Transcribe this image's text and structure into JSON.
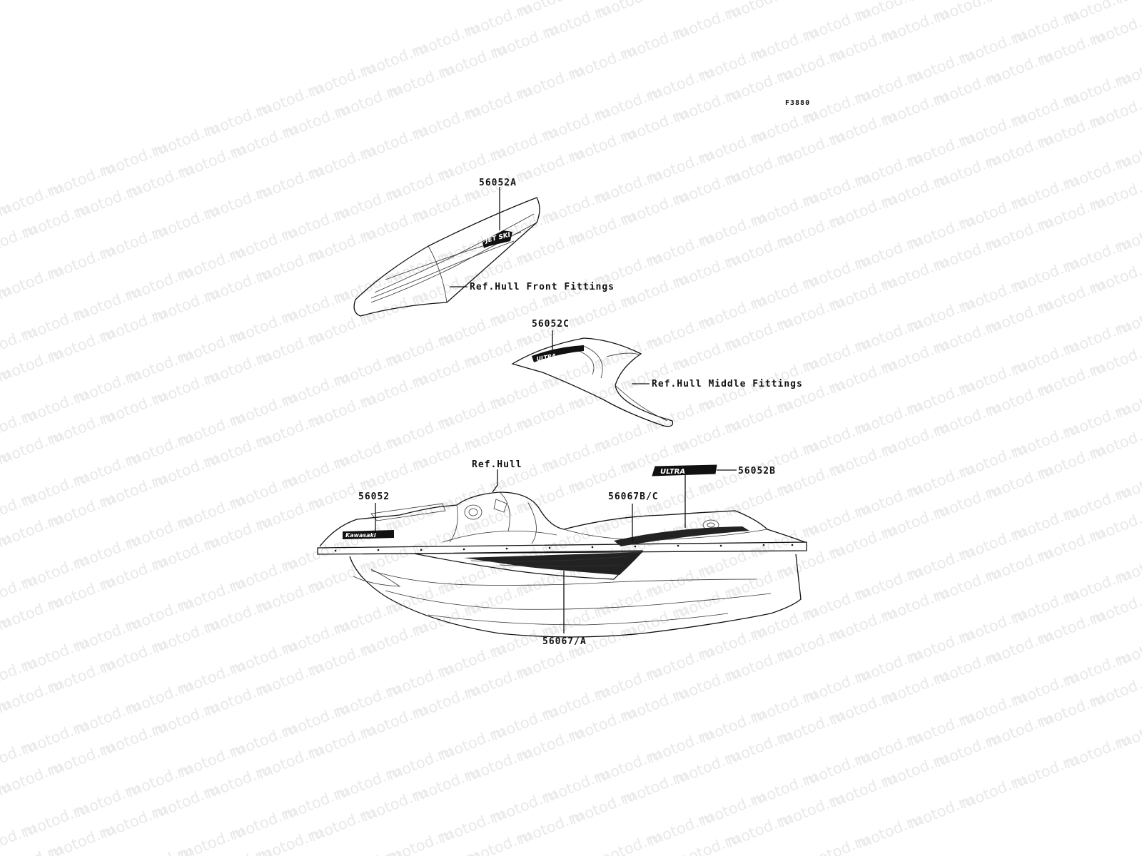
{
  "figure_code": "F3880",
  "watermark_text": "motod.ru",
  "parts": {
    "p56052A": "56052A",
    "p56052C": "56052C",
    "p56052B": "56052B",
    "p56052": "56052",
    "p56067BC": "56067B/C",
    "p56067A": "56067/A"
  },
  "references": {
    "front": "Ref.Hull Front Fittings",
    "middle": "Ref.Hull Middle Fittings",
    "hull": "Ref.Hull"
  },
  "decals": {
    "front_logo": "JET SKI",
    "middle_logo": "ULTRA",
    "side_logo": "ULTRA",
    "brand": "Kawasaki"
  }
}
